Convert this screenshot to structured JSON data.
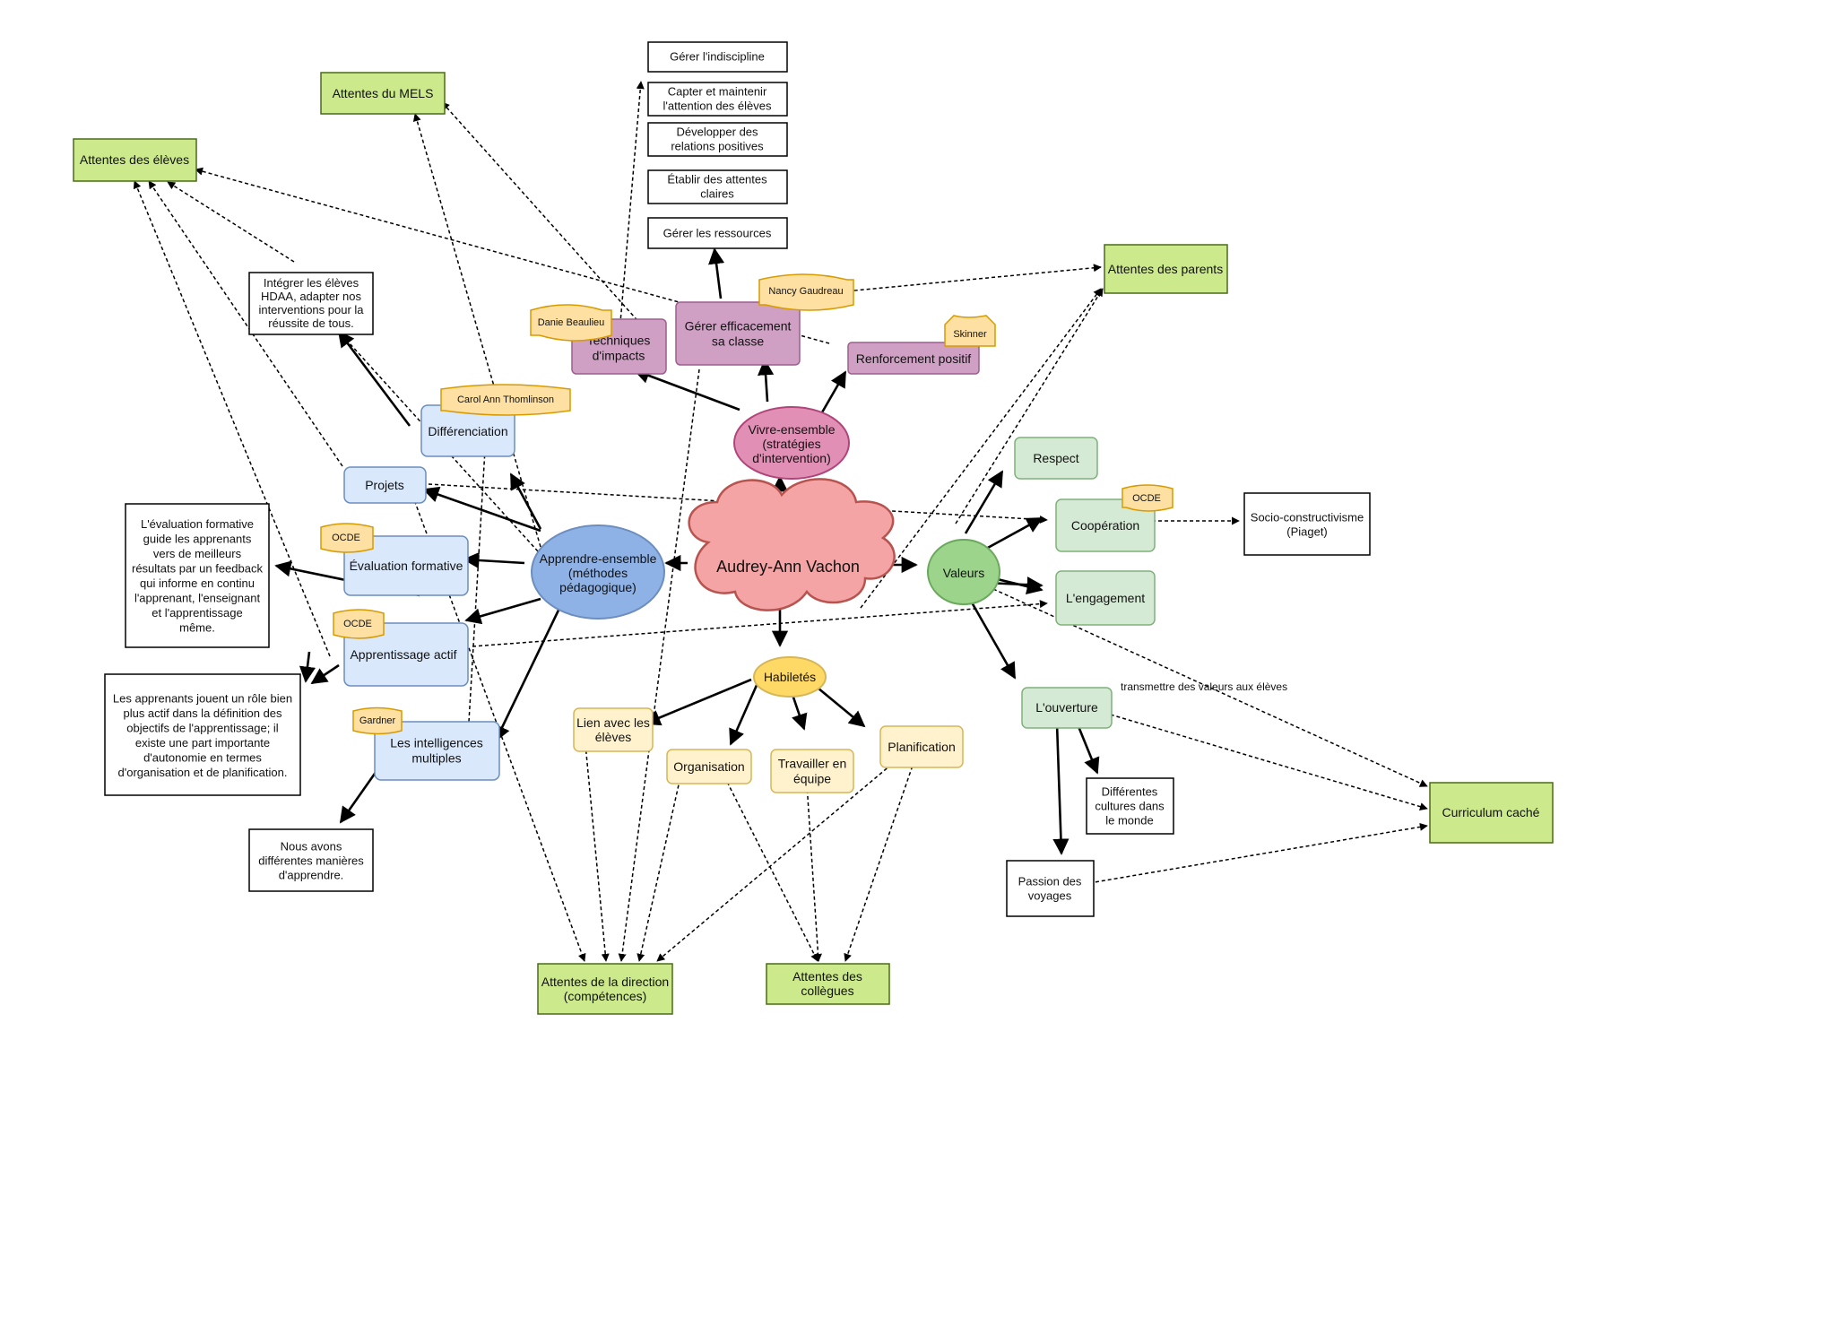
{
  "colors": {
    "green_box": "#ccea8c",
    "green_box_border": "#4a6b1a",
    "light_green": "#d5ead4",
    "light_green_border": "#7fb17a",
    "light_blue": "#dae8fc",
    "light_blue_border": "#6c8ebf",
    "pink": "#cfa0c4",
    "pink_border": "#9c5f8f",
    "yellow": "#fff2cc",
    "yellow_border": "#d6b656",
    "tag": "#ffe0a3",
    "tag_border": "#d79b00",
    "cloud": "#f4a4a4",
    "cloud_border": "#b85450"
  },
  "central": "Audrey-Ann Vachon",
  "hubs": {
    "apprendre": [
      "Apprendre-ensemble",
      "(méthodes",
      "pédagogique)"
    ],
    "vivre": [
      "Vivre-ensemble",
      "(stratégies",
      "d'intervention)"
    ],
    "valeurs": [
      "Valeurs"
    ],
    "habiletes": [
      "Habiletés"
    ]
  },
  "attentes": {
    "mels": [
      "Attentes du MELS"
    ],
    "eleves": [
      "Attentes des élèves"
    ],
    "parents": [
      "Attentes des parents"
    ],
    "direction": [
      "Attentes de la direction",
      "(compétences)"
    ],
    "collegues": [
      "Attentes des",
      "collègues"
    ],
    "curriculum": [
      "Curriculum caché"
    ]
  },
  "methods": {
    "differenciation": [
      "Différenciation"
    ],
    "projets": [
      "Projets"
    ],
    "evaluation": [
      "Évaluation formative"
    ],
    "apprentissage": [
      "Apprentissage actif"
    ],
    "intelligences": [
      "Les intelligences",
      "multiples"
    ]
  },
  "strategies": {
    "techniques": [
      "Techniques",
      "d'impacts"
    ],
    "gerer": [
      "Gérer efficacement",
      "sa classe"
    ],
    "renforcement": [
      "Renforcement positif"
    ]
  },
  "valeurs_items": {
    "respect": [
      "Respect"
    ],
    "cooperation": [
      "Coopération"
    ],
    "engagement": [
      "L'engagement"
    ],
    "ouverture": [
      "L'ouverture"
    ]
  },
  "habiletes_items": {
    "lien": [
      "Lien avec les",
      "élèves"
    ],
    "organisation": [
      "Organisation"
    ],
    "travailler": [
      "Travailler en",
      "équipe"
    ],
    "planification": [
      "Planification"
    ]
  },
  "notes": {
    "indiscipline": [
      "Gérer l'indiscipline"
    ],
    "capter": [
      "Capter et maintenir",
      "l'attention des élèves"
    ],
    "developper": [
      "Développer des",
      "relations positives"
    ],
    "etablir": [
      "Établir des attentes",
      "claires"
    ],
    "ressources": [
      "Gérer les ressources"
    ],
    "integrer": [
      "Intégrer les élèves",
      "HDAA, adapter nos",
      "interventions pour la",
      "réussite de tous."
    ],
    "evaluation_desc": [
      "L'évaluation formative",
      "guide les apprenants",
      "vers de meilleurs",
      "résultats par un feedback",
      "qui informe en continu",
      "l'apprenant, l'enseignant",
      "et l'apprentissage",
      "même."
    ],
    "apprenants_desc": [
      "Les apprenants jouent un rôle bien",
      "plus actif dans la définition des",
      "objectifs de l'apprentissage; il",
      "existe une part importante",
      "d'autonomie en termes",
      "d'organisation et de planification."
    ],
    "manieres": [
      "Nous avons",
      "différentes manières",
      "d'apprendre."
    ],
    "socio": [
      "Socio-constructivisme",
      "(Piaget)"
    ],
    "cultures": [
      "Différentes",
      "cultures dans",
      "le monde"
    ],
    "voyages": [
      "Passion des",
      "voyages"
    ]
  },
  "tags": {
    "danie": "Danie Beaulieu",
    "nancy": "Nancy Gaudreau",
    "skinner": "Skinner",
    "carol": "Carol Ann Thomlinson",
    "ocde_eval": "OCDE",
    "ocde_actif": "OCDE",
    "gardner": "Gardner",
    "ocde_coop": "OCDE"
  },
  "edge_label": "transmettre des valeurs aux élèves"
}
